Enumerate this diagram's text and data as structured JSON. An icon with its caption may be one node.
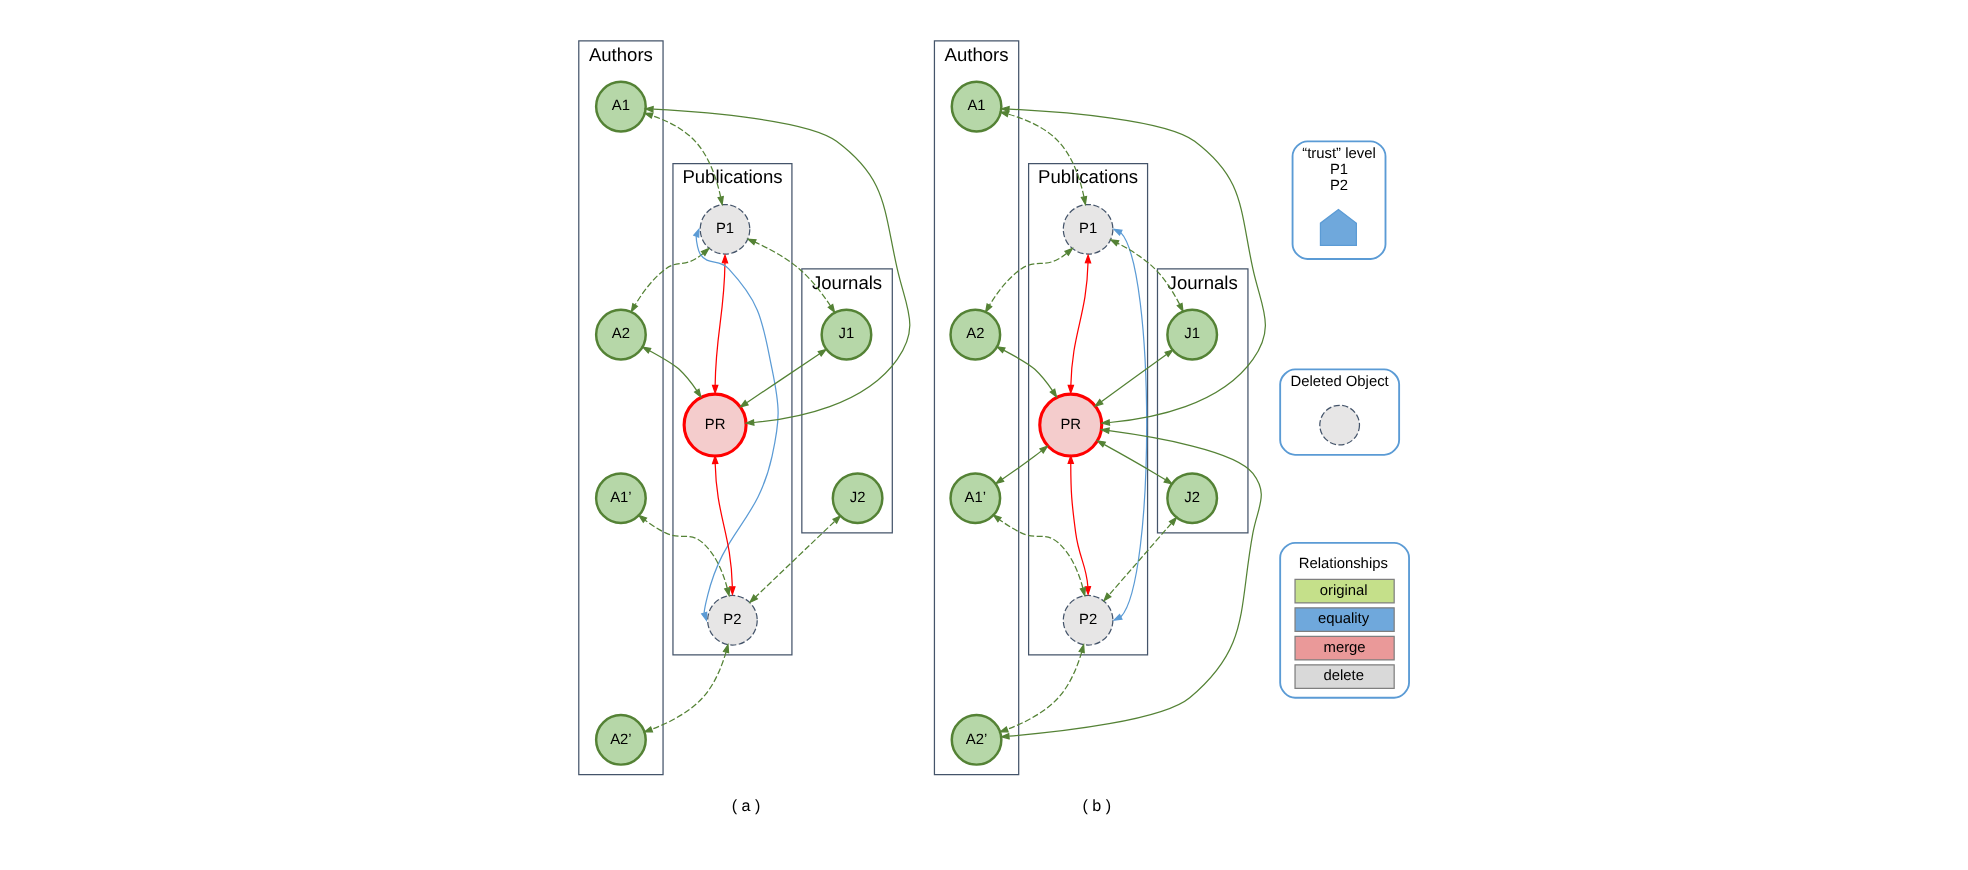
{
  "diagram": {
    "nodes": [
      {
        "text": [
          "Journals"
        ]
      },
      {
        "text": [
          "J1"
        ],
        "in": 0
      },
      {
        "text": [
          "J2"
        ],
        "in": 0
      },
      {
        "text": [
          "Publications"
        ]
      },
      {
        "text": [
          "P1"
        ],
        "in": 3
      },
      {
        "text": [
          "PR"
        ],
        "in": 3
      },
      {
        "text": [
          "P2"
        ],
        "in": 3
      },
      {
        "text": [
          "Authors"
        ]
      },
      {
        "text": [
          "A1"
        ],
        "in": 7
      },
      {
        "text": [
          "A2"
        ],
        "in": 7
      },
      {
        "text": [
          "A1’"
        ],
        "in": 7
      },
      {
        "text": [
          "A2’"
        ],
        "in": 7
      },
      {
        "text": [
          "Journals"
        ]
      },
      {
        "text": [
          "J1"
        ],
        "in": 12
      },
      {
        "text": [
          "J2"
        ],
        "in": 12
      },
      {
        "text": [
          "Publications"
        ]
      },
      {
        "text": [
          "P1"
        ],
        "in": 15
      },
      {
        "text": [
          "PR"
        ],
        "in": 15
      },
      {
        "text": [
          "P2"
        ],
        "in": 15
      },
      {
        "text": [
          "Authors"
        ]
      },
      {
        "text": [
          "A1"
        ],
        "in": 19
      },
      {
        "text": [
          "A2"
        ],
        "in": 19
      },
      {
        "text": [
          "A1’"
        ],
        "in": 19
      },
      {
        "text": [
          "A2’"
        ],
        "in": 19
      },
      {
        "text": [
          "“trust” level",
          "P1",
          "P2"
        ]
      },
      {
        "text": [],
        "shape": "arrow",
        "in": 24
      },
      {
        "text": [
          "Deleted Object"
        ]
      },
      {
        "text": [],
        "shape": "circle",
        "in": 26
      },
      {
        "text": [
          "Relationships"
        ]
      }
    ],
    "edges": [
      {
        "from": 1,
        "to": 4,
        "arrow": "both",
        "style": "dashed"
      },
      {
        "from": 1,
        "to": 5,
        "arrow": "both"
      },
      {
        "from": 2,
        "to": 6,
        "arrow": "both",
        "style": "dashed"
      },
      {
        "from": 4,
        "to": 5,
        "arrow": "both",
        "color": "#ff0000"
      },
      {
        "from": 5,
        "to": 6,
        "arrow": "both",
        "color": "#ff0000"
      },
      {
        "from": 4,
        "to": 6,
        "arrow": "both",
        "color": "#5b9bd5"
      },
      {
        "from": 4,
        "to": 8,
        "arrow": "both",
        "style": "dashed"
      },
      {
        "from": 4,
        "to": 9,
        "arrow": "both",
        "style": "dashed"
      },
      {
        "from": 5,
        "to": 8,
        "arrow": "both"
      },
      {
        "from": 5,
        "to": 9,
        "arrow": "both"
      },
      {
        "from": 6,
        "to": 10,
        "arrow": "both",
        "style": "dashed"
      },
      {
        "from": 6,
        "to": 11,
        "arrow": "both",
        "style": "dashed"
      },
      {
        "from": 13,
        "to": 16,
        "arrow": "both",
        "style": "dashed"
      },
      {
        "from": 13,
        "to": 17,
        "arrow": "both"
      },
      {
        "from": 14,
        "to": 17,
        "arrow": "both"
      },
      {
        "from": 14,
        "to": 18,
        "arrow": "both",
        "style": "dashed"
      },
      {
        "from": 16,
        "to": 17,
        "arrow": "both",
        "color": "#ff0000"
      },
      {
        "from": 17,
        "to": 18,
        "arrow": "both",
        "color": "#ff0000"
      },
      {
        "from": 16,
        "to": 18,
        "arrow": "both",
        "color": "#5b9bd5"
      },
      {
        "from": 16,
        "to": 20,
        "arrow": "both",
        "style": "dashed"
      },
      {
        "from": 16,
        "to": 21,
        "arrow": "both",
        "style": "dashed"
      },
      {
        "from": 17,
        "to": 20,
        "arrow": "both"
      },
      {
        "from": 17,
        "to": 21,
        "arrow": "both"
      },
      {
        "from": 17,
        "to": 22,
        "arrow": "both"
      },
      {
        "from": 17,
        "to": 23,
        "arrow": "both"
      },
      {
        "from": 18,
        "to": 22,
        "arrow": "both",
        "style": "dashed"
      },
      {
        "from": 18,
        "to": 23,
        "arrow": "both",
        "style": "dashed"
      }
    ],
    "labels": [
      "( a )",
      "( b )"
    ],
    "legend": [
      {
        "text": "original",
        "color": "#c5e08a"
      },
      {
        "text": "equality",
        "color": "#6fa8dc"
      },
      {
        "text": "merge",
        "color": "#ea9999"
      },
      {
        "text": "delete",
        "color": "#d9d9d9"
      }
    ]
  }
}
